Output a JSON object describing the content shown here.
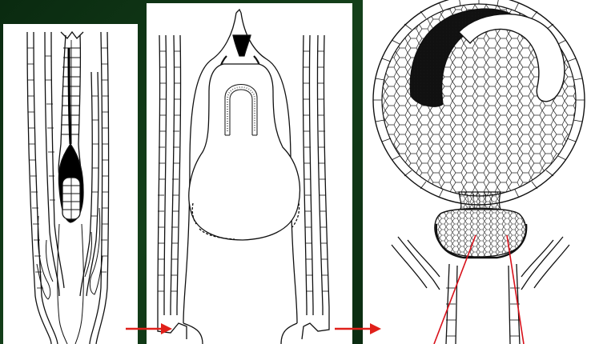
{
  "figure": {
    "stages": [
      {
        "id": "stage-1",
        "subject": "archegonium-with-young-embryo"
      },
      {
        "id": "stage-2",
        "subject": "enlarged-venter-with-embryo"
      },
      {
        "id": "stage-3",
        "subject": "mature-sporophyte-with-foot"
      }
    ],
    "progression_arrows": 2,
    "pointer_lines": 2
  },
  "colors": {
    "background": "#0c2f12",
    "panel": "#ffffff",
    "ink": "#111111",
    "arrow": "#e0201a",
    "pointer": "#d8101a"
  }
}
